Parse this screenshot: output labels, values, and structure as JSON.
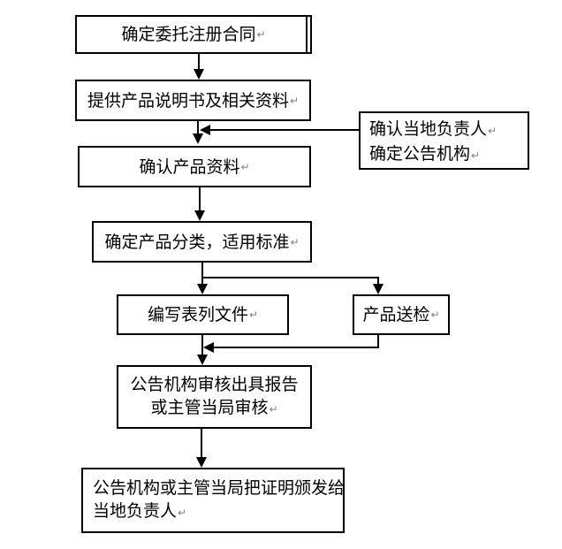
{
  "meta": {
    "return_mark": "↵"
  },
  "colors": {
    "line": "#000000",
    "background": "#ffffff",
    "return_mark": "#808080"
  },
  "flowchart": {
    "node_contract": {
      "label": "确定委托注册合同"
    },
    "node_materials": {
      "label": "提供产品说明书及相关资料"
    },
    "node_side": {
      "line1": "确认当地负责人",
      "line2": "确定公告机构"
    },
    "node_confirm": {
      "label": "确认产品资料"
    },
    "node_classify": {
      "label": "确定产品分类，适用标准"
    },
    "node_docs": {
      "label": "编写表列文件"
    },
    "node_test": {
      "label": "产品送检"
    },
    "node_review": {
      "line1": "公告机构审核出具报告",
      "line2": "或主管当局审核"
    },
    "node_issue": {
      "line1": "公告机构或主管当局把证明颁发给",
      "line2": "当地负责人"
    }
  }
}
